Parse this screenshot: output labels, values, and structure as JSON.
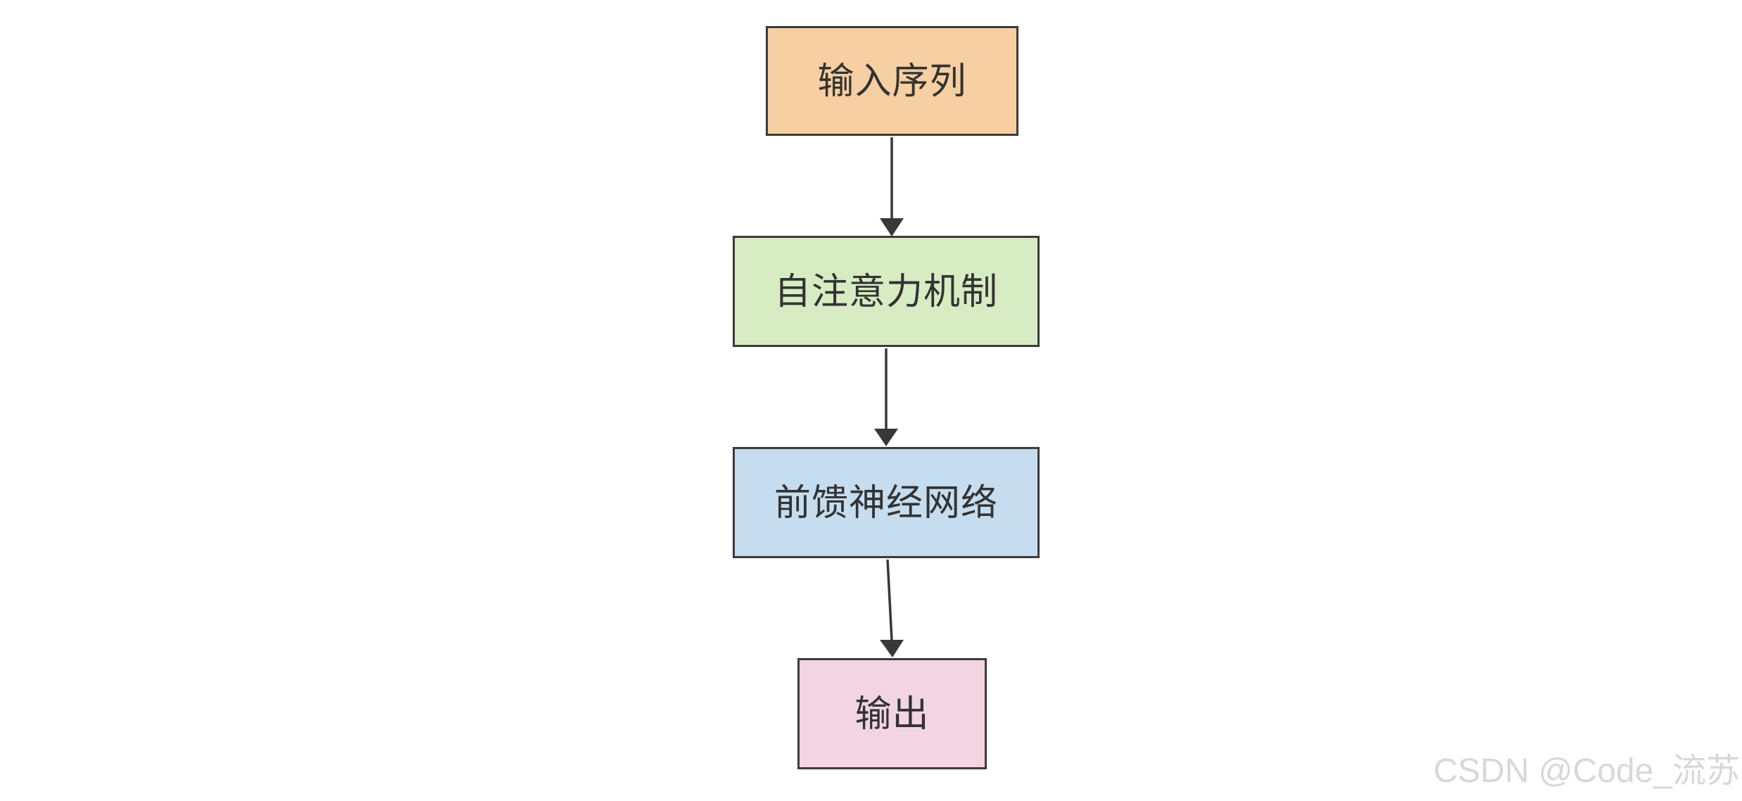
{
  "diagram": {
    "title": "Transformer flow diagram",
    "background": "#ffffff",
    "border_color": "#3b3b3b",
    "text_color": "#333333",
    "arrow_color": "#383838",
    "nodes": [
      {
        "id": "input-sequence",
        "label": "输入序列",
        "fill": "#f6cfa2"
      },
      {
        "id": "self-attention",
        "label": "自注意力机制",
        "fill": "#d7ecc3"
      },
      {
        "id": "feed-forward",
        "label": "前馈神经网络",
        "fill": "#c5ddef"
      },
      {
        "id": "output",
        "label": "输出",
        "fill": "#f2d4e2"
      }
    ],
    "edges": [
      {
        "from": "input-sequence",
        "to": "self-attention"
      },
      {
        "from": "self-attention",
        "to": "feed-forward"
      },
      {
        "from": "feed-forward",
        "to": "output"
      }
    ]
  },
  "watermark": {
    "text": "CSDN @Code_流苏",
    "color": "#d8d8d8"
  }
}
